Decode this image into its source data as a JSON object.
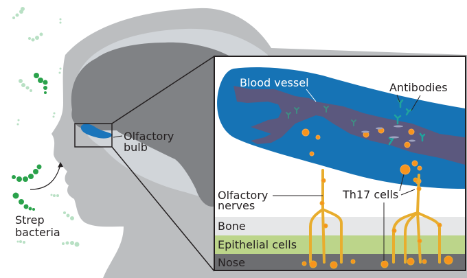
{
  "labels": {
    "olfactory_bulb": [
      "Olfactory",
      "bulb"
    ],
    "strep_bacteria": [
      "Strep",
      "bacteria"
    ],
    "blood_vessel": "Blood vessel",
    "antibodies": "Antibodies",
    "olfactory_nerves": [
      "Olfactory",
      "nerves"
    ],
    "th17_cells": "Th17 cells",
    "layers": {
      "bone": "Bone",
      "epithelial": "Epithelial cells",
      "nose": "Nose"
    }
  },
  "colors": {
    "head_outer": "#bcbec0",
    "head_inner": "#d1d5d9",
    "brain": "#808285",
    "bulb_blue": "#1a75bb",
    "tissue_blue": "#1673b5",
    "vessel_purple": "#5b587e",
    "nerve_gold": "#e8ad2e",
    "cell_orange": "#f7941d",
    "antibody_teal": "#20a39e",
    "bacteria_green": "#2aa24b",
    "bacteria_light": "#b8e0c4",
    "bone_layer": "#e6e7e8",
    "epithelial_layer": "#bcd58a",
    "nose_layer": "#6d6e71"
  }
}
